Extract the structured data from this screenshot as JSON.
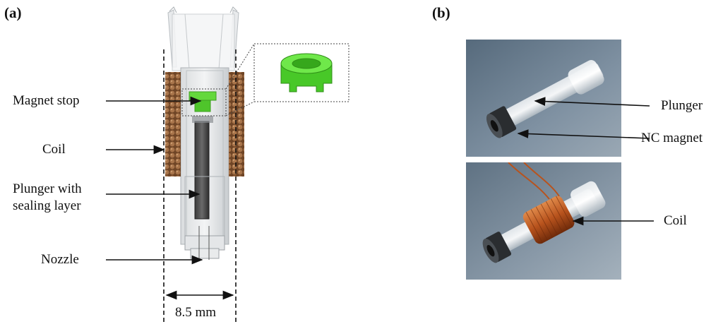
{
  "panels": {
    "a": {
      "label": "(a)"
    },
    "b": {
      "label": "(b)"
    }
  },
  "diagram_a": {
    "labels": {
      "magnet_stop": "Magnet stop",
      "coil": "Coil",
      "plunger_line1": "Plunger with",
      "plunger_line2": "sealing layer",
      "nozzle": "Nozzle",
      "dimension": "8.5 mm"
    },
    "colors": {
      "coil": "#8a5a36",
      "magnet_stop": "#4fd62a",
      "body": "#cfd3d6"
    }
  },
  "photo_b": {
    "labels": {
      "plunger": "Plunger",
      "nc_magnet": "NC magnet",
      "coil": "Coil"
    },
    "colors": {
      "background": "#6d7f90",
      "copper": "#b8531d"
    }
  }
}
